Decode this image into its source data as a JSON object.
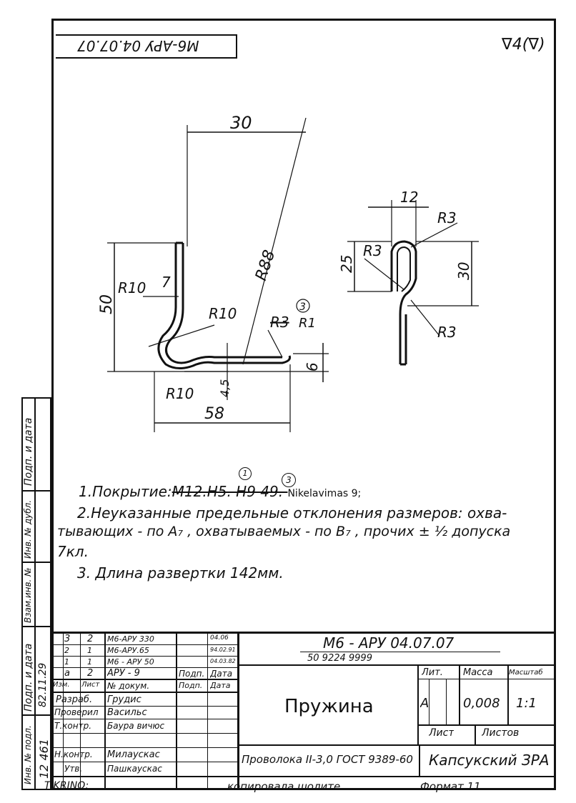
{
  "stamp_top": "M6-АРУ 04.07.07",
  "roughness": "∇4(∇)",
  "drawing": {
    "left": {
      "dim_30": "30",
      "dim_R88": "R88",
      "dim_50": "50",
      "dim_R10_a": "R10",
      "dim_7": "7",
      "dim_R10_b": "R10",
      "dim_R3": "R3",
      "dim_R1": "R1",
      "circle_note": "3",
      "dim_R10_c": "R10",
      "dim_45": "4,5",
      "dim_6": "6",
      "dim_58": "58"
    },
    "right": {
      "dim_12": "12",
      "dim_R3_top": "R3",
      "dim_R3_mid": "R3",
      "dim_25": "25",
      "dim_30": "30",
      "dim_R3_low": "R3"
    }
  },
  "notes": {
    "n1_prefix": "1.Покрытие:",
    "n1_strike": "М12.Н5. Н9 49. ",
    "n1_end": "Nikelavimas 9;",
    "n1_circle_a": "1",
    "n1_circle_b": "3",
    "n2_line1": "2.Неуказанные предельные отклонения размеров: охва-",
    "n2_line2": "тывающих - по А₇ , охватываемых - по В₇ , прочих ± ½ допуска",
    "n2_line3": "7кл.",
    "n3": "3. Длина развертки 142мм."
  },
  "title_block": {
    "doc_number": "М6 - АРУ 04.07.07",
    "sub_number": "50 9224 9999",
    "part_name": "Пружина",
    "material": "Проволока II-3,0 ГОСТ 9389-60",
    "org": "Капсукский ЗРА",
    "lit_header": "Лит.",
    "mass_header": "Масса",
    "scale_header": "Масштаб",
    "lit_value": "А",
    "mass_value": "0,008",
    "scale_value": "1:1",
    "sheet_label": "Лист",
    "sheets_label": "Листов",
    "changes": [
      {
        "c1": "3",
        "c2": "2",
        "doc": "М6-АРУ 330",
        "sign": "",
        "date": "04.06"
      },
      {
        "c1": "2",
        "c2": "1",
        "doc": "М6-АРУ.65",
        "sign": "",
        "date": "94.02.91"
      },
      {
        "c1": "1",
        "c2": "1",
        "doc": "М6 - АРУ 50",
        "sign": "",
        "date": "04.03.82"
      },
      {
        "c1": "а",
        "c2": "2",
        "doc": "АРУ - 9",
        "sign": "Подп.",
        "date": "Дата"
      }
    ],
    "change_header": {
      "c1": "Изм.",
      "c2": "Лист",
      "doc": "№ докум.",
      "sign": "Подп.",
      "date": "Дата"
    },
    "roles": [
      {
        "role": "Разраб.",
        "name": "Грудис"
      },
      {
        "role": "Проверил",
        "name": "Васильс"
      },
      {
        "role": "Т.контр.",
        "name": "Баура вичюс"
      },
      {
        "role": "",
        "name": ""
      },
      {
        "role": "Н.контр.",
        "name": "Милаускас"
      },
      {
        "role": "Утв.",
        "name": "Пашкаускас"
      }
    ]
  },
  "side_labels": {
    "s1": "Подп. и дата",
    "s2": "Инв. № дубл.",
    "s3": "Взам.инв. №",
    "s4": "Подп. и дата",
    "s5": "Инв. № подл.",
    "inv_number": "12 461",
    "date_sig": "82.11.29"
  },
  "footer": {
    "copied": "копировала шолите",
    "format": "Формат 11",
    "left_sig": "TIKRINO:"
  }
}
